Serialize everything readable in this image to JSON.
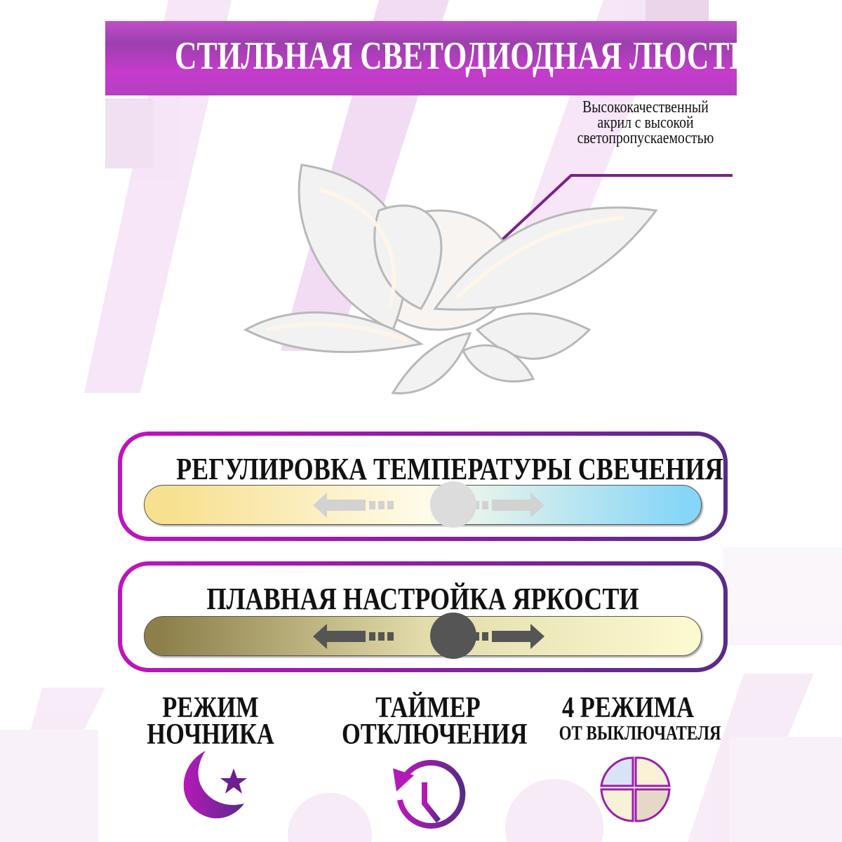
{
  "banner": {
    "title": "СТИЛЬНАЯ СВЕТОДИОДНАЯ ЛЮСТРА"
  },
  "callout": {
    "lines": [
      "Высококачественный",
      "акрил с высокой",
      "светопропускаемостью"
    ]
  },
  "temperature_panel": {
    "title": "РЕГУЛИРОВКА ТЕМПЕРАТУРЫ СВЕЧЕНИЯ",
    "slider_colors": [
      "#f7e08f",
      "#fffbe8",
      "#86d6f7"
    ],
    "knob_color": "#dcdcdc"
  },
  "brightness_panel": {
    "title": "ПЛАВНАЯ НАСТРОЙКА ЯРКОСТИ",
    "slider_colors": [
      "#8c7f4a",
      "#e2dcaa",
      "#fcf8d0"
    ],
    "knob_color": "#555555"
  },
  "features": [
    {
      "line1": "РЕЖИМ",
      "line2": "НОЧНИКА",
      "icon": "moon-star-icon"
    },
    {
      "line1": "ТАЙМЕР",
      "line2": "ОТКЛЮЧЕНИЯ",
      "icon": "timer-clock-icon"
    },
    {
      "line1": "4 РЕЖИМА",
      "line2": "ОТ ВЫКЛЮЧАТЕЛЯ",
      "icon": "four-modes-icon"
    }
  ],
  "colors": {
    "accent": "#b519b8",
    "accent_dark": "#5a2a8a"
  }
}
